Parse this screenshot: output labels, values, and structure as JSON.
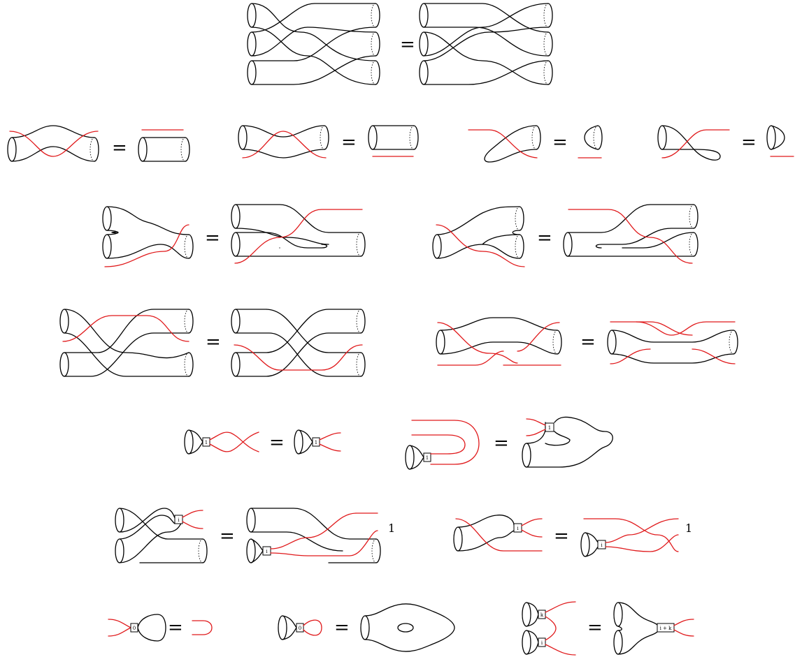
{
  "equals_symbol": "=",
  "box_labels": {
    "one": "1",
    "i": "i",
    "zero": "0",
    "k": "k",
    "i_plus_k": "i + k"
  },
  "side_labels": [
    "1",
    "1"
  ],
  "colors": {
    "tube": "#000000",
    "strand": "#e0191b"
  }
}
